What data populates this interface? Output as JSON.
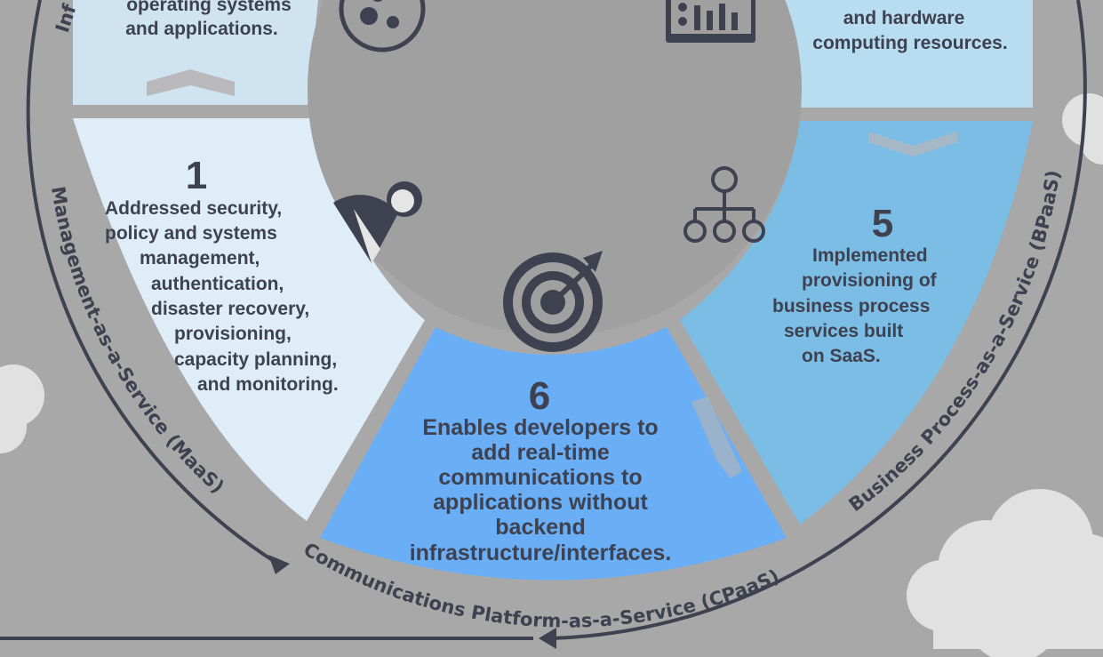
{
  "segments": {
    "top_left": {
      "lines": [
        "operating systems",
        "and applications."
      ]
    },
    "top_right": {
      "lines": [
        "and hardware",
        "computing resources."
      ]
    },
    "seg1": {
      "number": "1",
      "lines": [
        "Addressed security,",
        "policy and systems",
        "management,",
        "authentication,",
        "disaster recovery,",
        "provisioning,",
        "capacity planning,",
        "and monitoring."
      ]
    },
    "seg5": {
      "number": "5",
      "lines": [
        "Implemented",
        "provisioning of",
        "business process",
        "services built",
        "on SaaS."
      ]
    },
    "seg6": {
      "number": "6",
      "lines": [
        "Enables developers to",
        "add real-time",
        "communications to",
        "applications without",
        "backend",
        "infrastructure/interfaces."
      ]
    }
  },
  "ring_labels": {
    "maas": "Management-as-a-Service (MaaS)",
    "cpaas": "Communications Platform-as-a-Service (CPaaS)",
    "bpaas": "Business Process-as-a-Service (BPaaS)",
    "infra_fragment": "Inf"
  },
  "icons": [
    "gears-globe-icon",
    "dashboard-chart-icon",
    "businessman-icon",
    "hierarchy-icon",
    "target-arrow-icon"
  ],
  "colors": {
    "background": "#a8a8a8",
    "inner_circle": "#a0a0a0",
    "segment_light": "#deedf7",
    "segment_top_left": "#cfe3f1",
    "segment_top_right": "#b8ddf0",
    "segment_5": "#7cbde6",
    "segment_6": "#6aaef6",
    "text_dark": "#3d4150"
  }
}
